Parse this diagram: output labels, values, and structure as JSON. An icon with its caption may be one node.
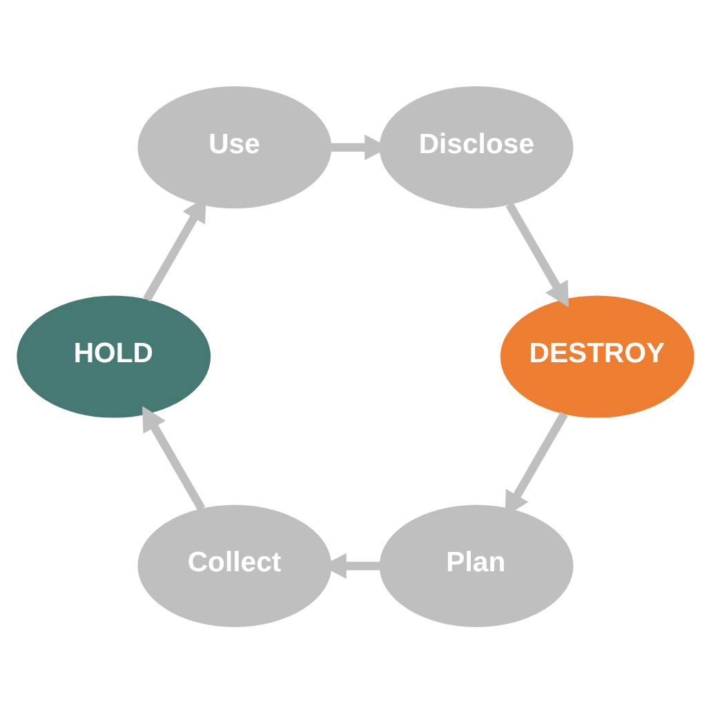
{
  "diagram": {
    "nodes": [
      {
        "text": [
          "Plan"
        ]
      },
      {
        "text": [
          "Collect"
        ]
      },
      {
        "text": [
          "HOLD"
        ]
      },
      {
        "text": [
          "Use"
        ]
      },
      {
        "text": [
          "Disclose"
        ]
      },
      {
        "text": [
          "DESTROY"
        ]
      }
    ],
    "edges": [
      {
        "from": 0,
        "to": 1,
        "arrow": "to"
      },
      {
        "from": 1,
        "to": 2,
        "arrow": "to"
      },
      {
        "from": 2,
        "to": 3,
        "arrow": "to"
      },
      {
        "from": 3,
        "to": 4,
        "arrow": "to"
      },
      {
        "from": 4,
        "to": 5,
        "arrow": "to"
      },
      {
        "from": 5,
        "to": 0,
        "arrow": "to"
      }
    ]
  }
}
